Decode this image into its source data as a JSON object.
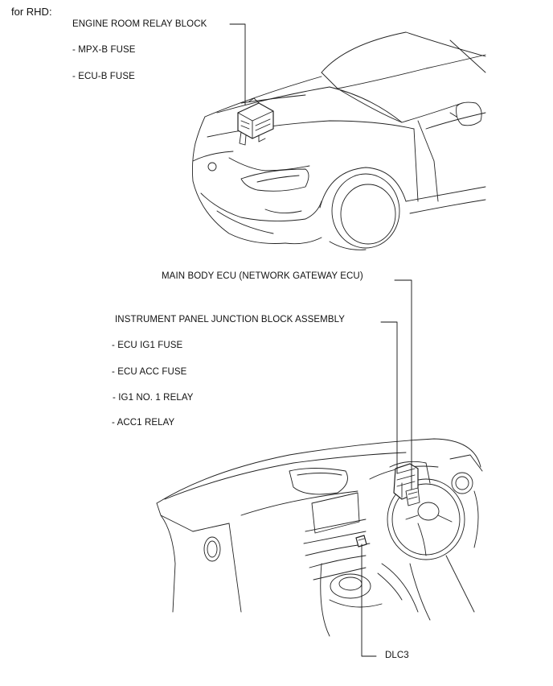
{
  "header": {
    "text": "for RHD:"
  },
  "engine_room": {
    "title": "ENGINE ROOM RELAY BLOCK",
    "items": [
      "- MPX-B FUSE",
      "- ECU-B FUSE"
    ]
  },
  "main_body_ecu": {
    "title": "MAIN BODY ECU (NETWORK GATEWAY ECU)"
  },
  "instrument_panel": {
    "title": "INSTRUMENT PANEL JUNCTION BLOCK ASSEMBLY",
    "items": [
      "- ECU IG1 FUSE",
      "- ECU ACC FUSE",
      "- IG1 NO. 1 RELAY",
      "- ACC1 RELAY"
    ]
  },
  "dlc": {
    "label": "DLC3"
  }
}
